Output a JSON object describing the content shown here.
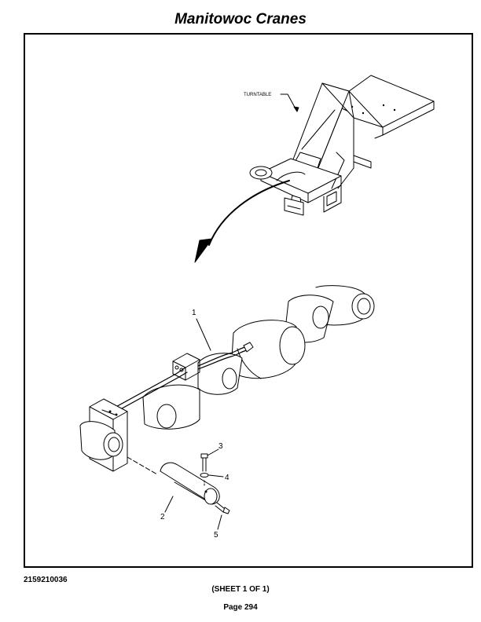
{
  "header": {
    "title": "Manitowoc Cranes"
  },
  "drawing": {
    "callouts": {
      "turntable": "TURNTABLE",
      "item_1": "1",
      "item_2": "2",
      "item_3": "3",
      "item_4": "4",
      "item_5": "5"
    }
  },
  "footer": {
    "drawing_number": "2159210036",
    "sheet": "(SHEET 1 OF 1)",
    "page": "Page 294"
  }
}
